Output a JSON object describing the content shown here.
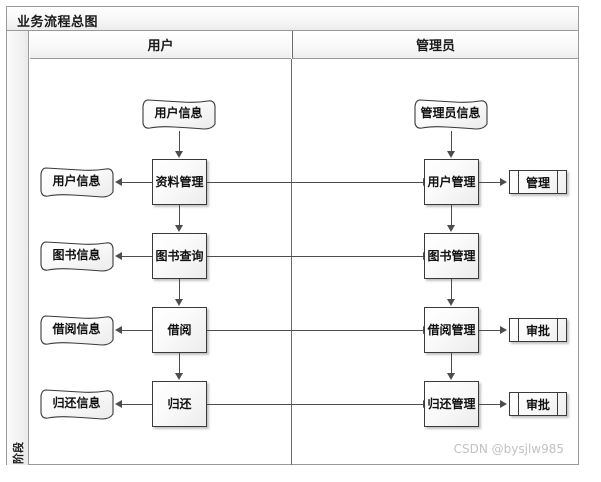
{
  "diagram": {
    "title": "业务流程总图",
    "phase_label": "阶段",
    "watermark": "CSDN @bysjlw985",
    "accent_border": "#3a3a3a",
    "connector_color": "#4d4d4d",
    "frame_color": "#9a9a9a",
    "lanes": [
      {
        "id": "user",
        "label": "用户"
      },
      {
        "id": "admin",
        "label": "管理员"
      }
    ],
    "nodes": {
      "user_start_doc": {
        "label": "用户信息",
        "type": "document"
      },
      "user_out_doc_1": {
        "label": "用户信息",
        "type": "document"
      },
      "user_out_doc_2": {
        "label": "图书信息",
        "type": "document"
      },
      "user_out_doc_3": {
        "label": "借阅信息",
        "type": "document"
      },
      "user_out_doc_4": {
        "label": "归还信息",
        "type": "document"
      },
      "user_proc_1": {
        "label": "资料管理",
        "type": "process"
      },
      "user_proc_2": {
        "label": "图书查询",
        "type": "process"
      },
      "user_proc_3": {
        "label": "借阅",
        "type": "process"
      },
      "user_proc_4": {
        "label": "归还",
        "type": "process"
      },
      "admin_start_doc": {
        "label": "管理员信息",
        "type": "document"
      },
      "admin_proc_1": {
        "label": "用户管理",
        "type": "process"
      },
      "admin_proc_2": {
        "label": "图书管理",
        "type": "process"
      },
      "admin_proc_3": {
        "label": "借阅管理",
        "type": "process"
      },
      "admin_proc_4": {
        "label": "归还管理",
        "type": "process"
      },
      "admin_pre_1": {
        "label": "管理",
        "type": "predefined"
      },
      "admin_pre_3": {
        "label": "审批",
        "type": "predefined"
      },
      "admin_pre_4": {
        "label": "审批",
        "type": "predefined"
      }
    }
  }
}
